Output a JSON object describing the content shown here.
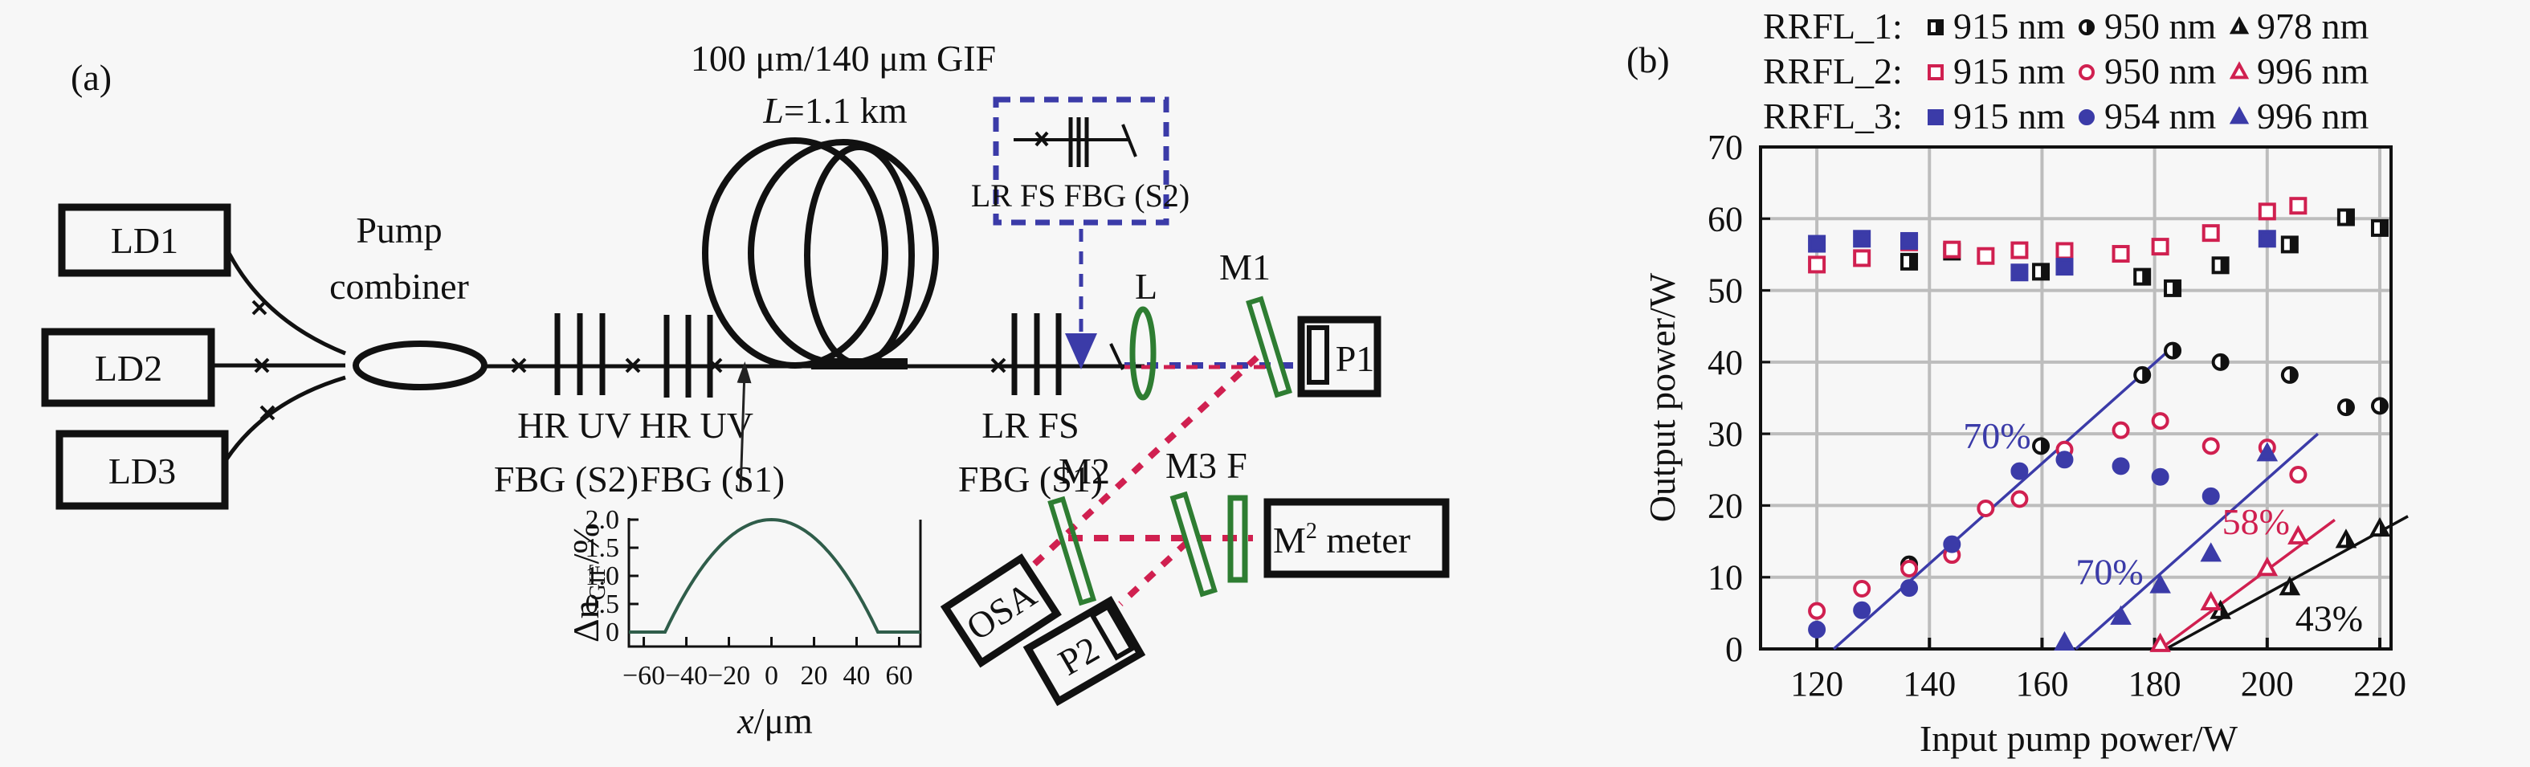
{
  "panel_a": {
    "label": "(a)",
    "laser_diodes": [
      "LD1",
      "LD2",
      "LD3"
    ],
    "pump_combiner": [
      "Pump",
      "combiner"
    ],
    "fiber_title": "100 μm/140 μm GIF",
    "fiber_length": {
      "symbol": "L",
      "value": "=1.1 km"
    },
    "fbg_labels": [
      {
        "line1": "HR UV",
        "line2": "FBG (S2)"
      },
      {
        "line1": "HR UV",
        "line2": "FBG (S1)"
      },
      {
        "line1": "LR FS",
        "line2": "FBG (S1)"
      }
    ],
    "dashed_box_label": "LR FS FBG (S2)",
    "optics": {
      "lens": "L",
      "mirror1": "M1",
      "mirror2": "M2",
      "mirror3": "M3",
      "filter": "F"
    },
    "detectors": {
      "p1": "P1",
      "p2": "P2",
      "osa": "OSA",
      "m2_meter": {
        "prefix": "M",
        "sup": "2",
        "suffix": " meter"
      }
    },
    "colors": {
      "beam_blue": "#3b3ba8",
      "beam_red": "#d02050",
      "optic_green": "#2e7d32"
    },
    "inset": {
      "ylabel_main": "Δn",
      "ylabel_sub": "GIF",
      "ylabel_unit": "/%",
      "xlabel_var": "x",
      "xlabel_unit": "/μm",
      "yticks": [
        "2.0",
        "1.5",
        "1.0",
        "0.5",
        "0"
      ],
      "xticks": [
        "−60",
        "−40",
        "−20",
        "0",
        "20",
        "40",
        "60"
      ],
      "profile": {
        "core_radius_um": 50,
        "peak_percent": 2.0,
        "shape": "parabolic"
      }
    }
  },
  "panel_b": {
    "label": "(b)"
  },
  "chart_data": {
    "type": "scatter",
    "title": "",
    "xlabel": "Input pump power/W",
    "ylabel": "Output power/W",
    "xlim": [
      110,
      222
    ],
    "ylim": [
      0,
      70
    ],
    "xticks": [
      120,
      140,
      160,
      180,
      200,
      220
    ],
    "yticks": [
      0,
      10,
      20,
      30,
      40,
      50,
      60,
      70
    ],
    "grid": true,
    "legend_placement": "top",
    "legend_groups": [
      {
        "name": "RRFL_1:",
        "entries": [
          "915 nm",
          "950 nm",
          "978 nm"
        ]
      },
      {
        "name": "RRFL_2:",
        "entries": [
          "915 nm",
          "950 nm",
          "996 nm"
        ]
      },
      {
        "name": "RRFL_3:",
        "entries": [
          "915 nm",
          "954 nm",
          "996 nm"
        ]
      }
    ],
    "series": [
      {
        "name": "RRFL_1 915 nm",
        "marker": "square-half",
        "color": "#111111",
        "x": [
          136.4,
          144,
          159.8,
          177.8,
          183.2,
          191.7,
          204,
          214,
          220
        ],
        "y": [
          54.0,
          55.4,
          52.6,
          51.9,
          50.3,
          53.5,
          56.4,
          60.2,
          58.7
        ]
      },
      {
        "name": "RRFL_1 950 nm",
        "marker": "circle-half",
        "color": "#111111",
        "x": [
          136.4,
          159.8,
          177.8,
          183.2,
          191.7,
          204,
          214,
          220
        ],
        "y": [
          11.8,
          28.3,
          38.2,
          41.6,
          40.0,
          38.2,
          33.7,
          33.9
        ]
      },
      {
        "name": "RRFL_1 978 nm",
        "marker": "triangle-half",
        "color": "#111111",
        "x": [
          191.7,
          204,
          214,
          220
        ],
        "y": [
          5.2,
          8.5,
          15.1,
          16.7
        ]
      },
      {
        "name": "RRFL_2 915 nm",
        "marker": "square-open",
        "color": "#d02050",
        "x": [
          120,
          128,
          136.4,
          144,
          150,
          156,
          164,
          174,
          181,
          190,
          200,
          205.5
        ],
        "y": [
          53.6,
          54.5,
          56.7,
          55.7,
          54.8,
          55.6,
          55.5,
          55.1,
          56.1,
          58.0,
          61.0,
          61.8
        ]
      },
      {
        "name": "RRFL_2 950 nm",
        "marker": "circle-open",
        "color": "#d02050",
        "x": [
          120,
          128,
          136.4,
          144,
          150,
          156,
          164,
          174,
          181,
          190,
          200,
          205.5
        ],
        "y": [
          5.3,
          8.4,
          11.2,
          13.1,
          19.6,
          20.9,
          27.8,
          30.5,
          31.8,
          28.3,
          28.1,
          24.3
        ]
      },
      {
        "name": "RRFL_2 996 nm",
        "marker": "triangle-open",
        "color": "#d02050",
        "x": [
          181,
          190,
          200,
          205.5
        ],
        "y": [
          0.6,
          6.4,
          11.2,
          15.6
        ]
      },
      {
        "name": "RRFL_3 915 nm",
        "marker": "square-filled",
        "color": "#3b3ba8",
        "x": [
          120,
          128,
          136.4,
          156,
          164,
          200
        ],
        "y": [
          56.5,
          57.2,
          56.9,
          52.5,
          53.3,
          57.2
        ]
      },
      {
        "name": "RRFL_3 954 nm",
        "marker": "circle-filled",
        "color": "#3b3ba8",
        "x": [
          120,
          128,
          136.4,
          144,
          156,
          164,
          174,
          181,
          190
        ],
        "y": [
          2.7,
          5.4,
          8.5,
          14.6,
          24.8,
          26.4,
          25.5,
          24.0,
          21.3
        ]
      },
      {
        "name": "RRFL_3 996 nm",
        "marker": "triangle-filled",
        "color": "#3b3ba8",
        "x": [
          164,
          174,
          181,
          190,
          200
        ],
        "y": [
          0.8,
          4.4,
          8.8,
          13.2,
          27.2
        ]
      }
    ],
    "fit_lines": [
      {
        "label": "70%",
        "color": "#3b3ba8",
        "x": [
          123,
          183.5
        ],
        "y": [
          0,
          42.3
        ],
        "label_at": [
          152,
          28
        ]
      },
      {
        "label": "70%",
        "color": "#3b3ba8",
        "x": [
          166,
          209
        ],
        "y": [
          0,
          30.0
        ],
        "label_at": [
          172,
          9
        ]
      },
      {
        "label": "58%",
        "color": "#d02050",
        "x": [
          181,
          212
        ],
        "y": [
          0,
          18.0
        ],
        "label_at": [
          198,
          16
        ]
      },
      {
        "label": "43%",
        "color": "#111111",
        "x": [
          182,
          225
        ],
        "y": [
          0,
          18.5
        ],
        "label_at": [
          211,
          2.5
        ]
      }
    ]
  }
}
